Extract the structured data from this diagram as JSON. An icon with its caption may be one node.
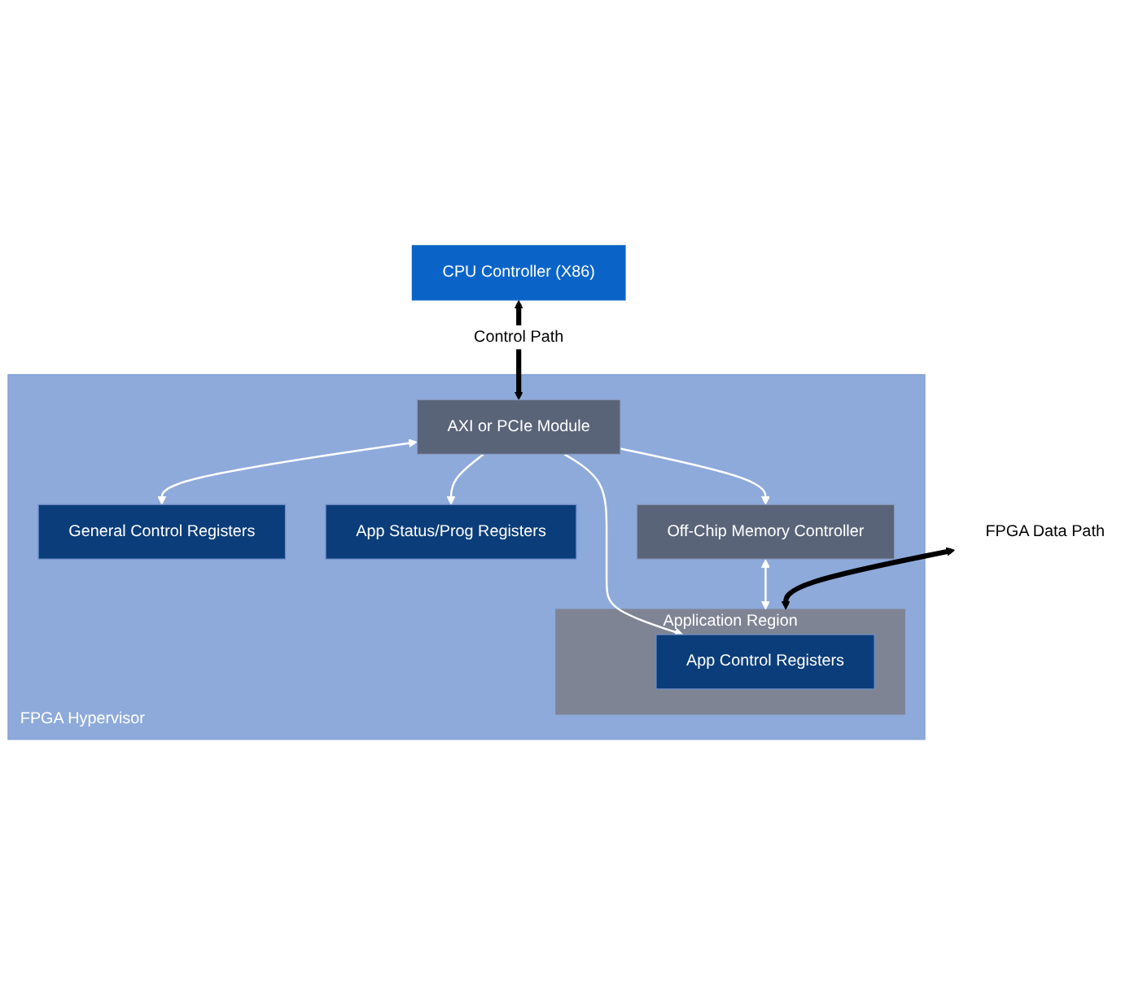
{
  "diagram": {
    "nodes": [
      {
        "text": [
          "CPU Controller (X86)"
        ]
      },
      {
        "text": [
          "FPGA Hypervisor"
        ]
      },
      {
        "text": [
          "AXI or PCIe Module"
        ],
        "in": 1
      },
      {
        "text": [
          "General Control Registers"
        ],
        "in": 1
      },
      {
        "text": [
          "App Status/Prog Registers"
        ],
        "in": 1
      },
      {
        "text": [
          "Off-Chip Memory Controller"
        ],
        "in": 1
      },
      {
        "text": [
          "Application Region"
        ],
        "in": 1
      },
      {
        "text": [
          "App Control Registers"
        ],
        "in": 6
      },
      {
        "text": [
          "FPGA Data Path"
        ]
      }
    ],
    "edges": [
      {
        "from": 0,
        "to": 2,
        "arrow": "both",
        "label": "Control Path",
        "style": "thick",
        "color": "#000000"
      },
      {
        "from": 2,
        "to": 3,
        "arrow": "both"
      },
      {
        "from": 2,
        "to": 4,
        "arrow": "to"
      },
      {
        "from": 2,
        "to": 7,
        "arrow": "to"
      },
      {
        "from": 2,
        "to": 5,
        "arrow": "to"
      },
      {
        "from": 5,
        "to": 6,
        "arrow": "both"
      },
      {
        "from": 8,
        "to": 6,
        "arrow": "both",
        "style": "thick",
        "color": "#000000"
      }
    ]
  }
}
